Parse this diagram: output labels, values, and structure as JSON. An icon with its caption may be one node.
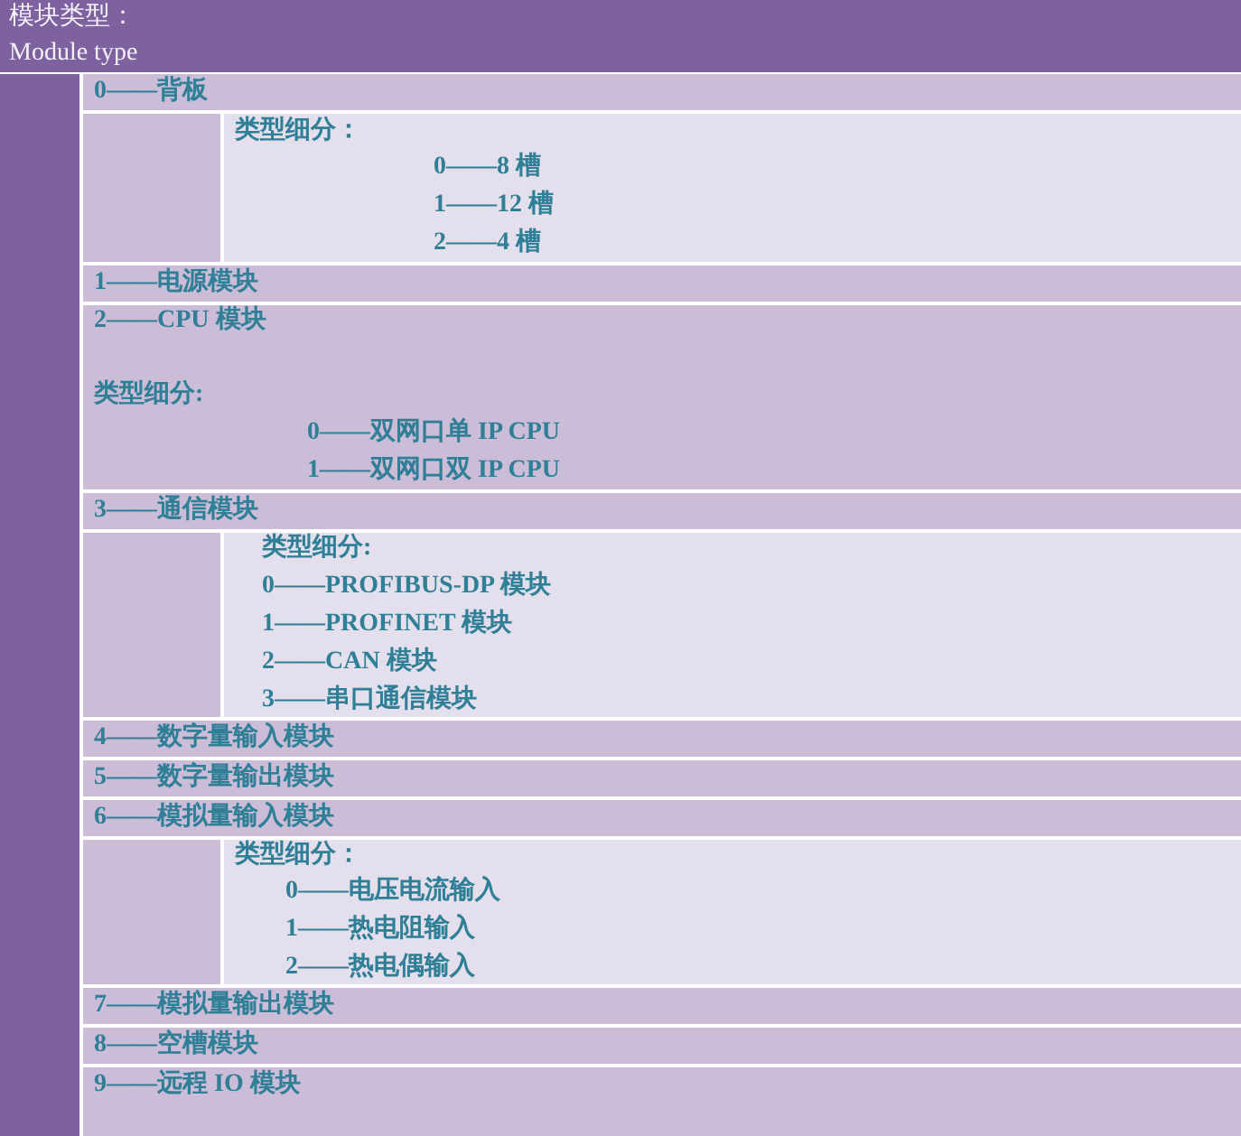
{
  "diagram": {
    "labels": [
      "模块类型：",
      "Module type",
      "0——背板",
      "类型细分：",
      "0——8 槽",
      "1——12 槽",
      "2——4 槽",
      "1——电源模块",
      "2——CPU 模块",
      "类型细分:",
      "0——双网口单 IP CPU",
      "1——双网口双 IP CPU",
      "3——通信模块",
      "类型细分:",
      "0——PROFIBUS-DP 模块",
      "1——PROFINET 模块",
      "2——CAN 模块",
      "3——串口通信模块",
      "4——数字量输入模块",
      "5——数字量输出模块",
      "6——模拟量输入模块",
      "类型细分：",
      "0——电压电流输入",
      "1——热电阻输入",
      "2——热电偶输入",
      "7——模拟量输出模块",
      "8——空槽模块",
      "9——远程 IO 模块"
    ]
  }
}
